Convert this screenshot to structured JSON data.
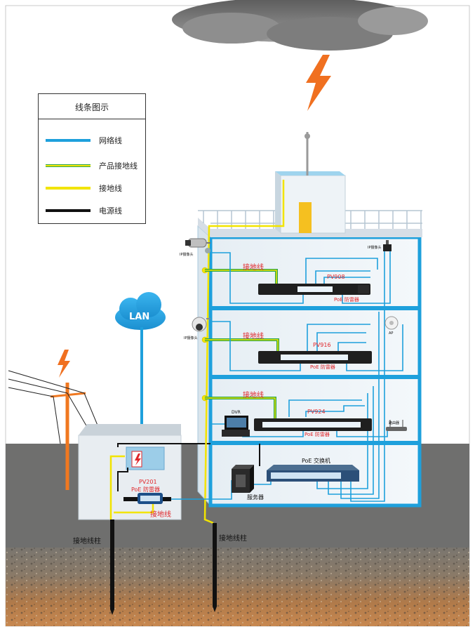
{
  "legend": {
    "title": "线条图示",
    "items": [
      {
        "label": "网络线",
        "color": "#1ea0dc",
        "kind": "network"
      },
      {
        "label": "产品接地线",
        "color": "#2aa64a",
        "kind": "product-ground"
      },
      {
        "label": "接地线",
        "color": "#f2e400",
        "kind": "ground"
      },
      {
        "label": "电源线",
        "color": "#111111",
        "kind": "power"
      }
    ]
  },
  "cloud_label": "LAN",
  "floors": {
    "f3": {
      "ground_label": "接地线",
      "model": "PV908",
      "spd": "PoE 防雷器",
      "camera": "IP摄像头",
      "camera_right": "IP摄像头"
    },
    "f2": {
      "ground_label": "接地线",
      "model": "PV916",
      "spd": "PoE 防雷器",
      "camera": "IP摄像头",
      "ap": "AP"
    },
    "f1": {
      "ground_label": "接地线",
      "model": "PV924",
      "spd": "PoE 防雷器",
      "dvr": "DVR",
      "router": "路由器"
    },
    "b1": {
      "switch": "PoE 交换机",
      "server": "服务器"
    }
  },
  "cabinet": {
    "model": "PV201",
    "spd": "PoE 防雷器",
    "ground_label": "接地线"
  },
  "ground_rods": {
    "left": "接地线柱",
    "right": "接地线柱"
  },
  "colors": {
    "network": "#1ea0dc",
    "ground": "#f2e400",
    "product_ground": "#2aa64a",
    "power": "#111111",
    "lightning": "#f07020",
    "label_red": "#e0262a"
  }
}
